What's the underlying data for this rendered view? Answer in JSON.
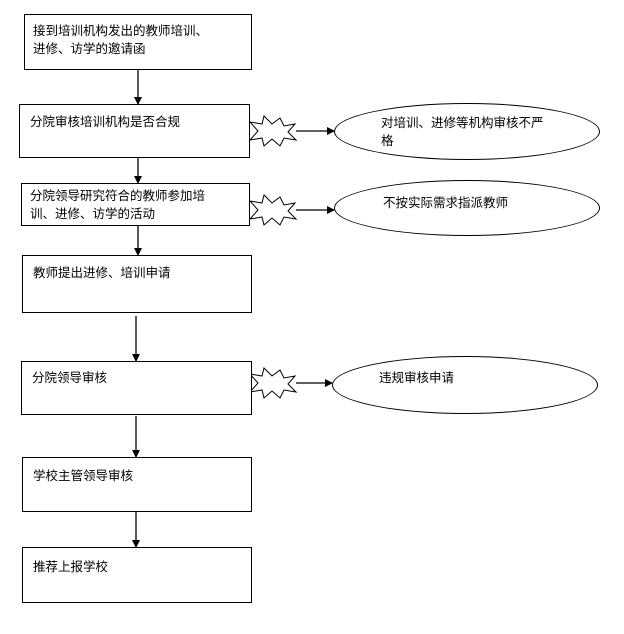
{
  "steps": [
    {
      "text": "接到培训机构发出的教师培训、\n进修、访学的邀请函"
    },
    {
      "text": "分院审核培训机构是否合规"
    },
    {
      "text": " 分院领导研究符合的教师参加培\n训、进修、访学的活动"
    },
    {
      "text": "教师提出进修、培训申请"
    },
    {
      "text": "分院领导审核"
    },
    {
      "text": "学校主管领导审核"
    },
    {
      "text": "推荐上报学校"
    }
  ],
  "risks": [
    {
      "text": "对培训、进修等机构审核不严\n格"
    },
    {
      "text": "不按实际需求指派教师"
    },
    {
      "text": "违规审核申请"
    }
  ]
}
